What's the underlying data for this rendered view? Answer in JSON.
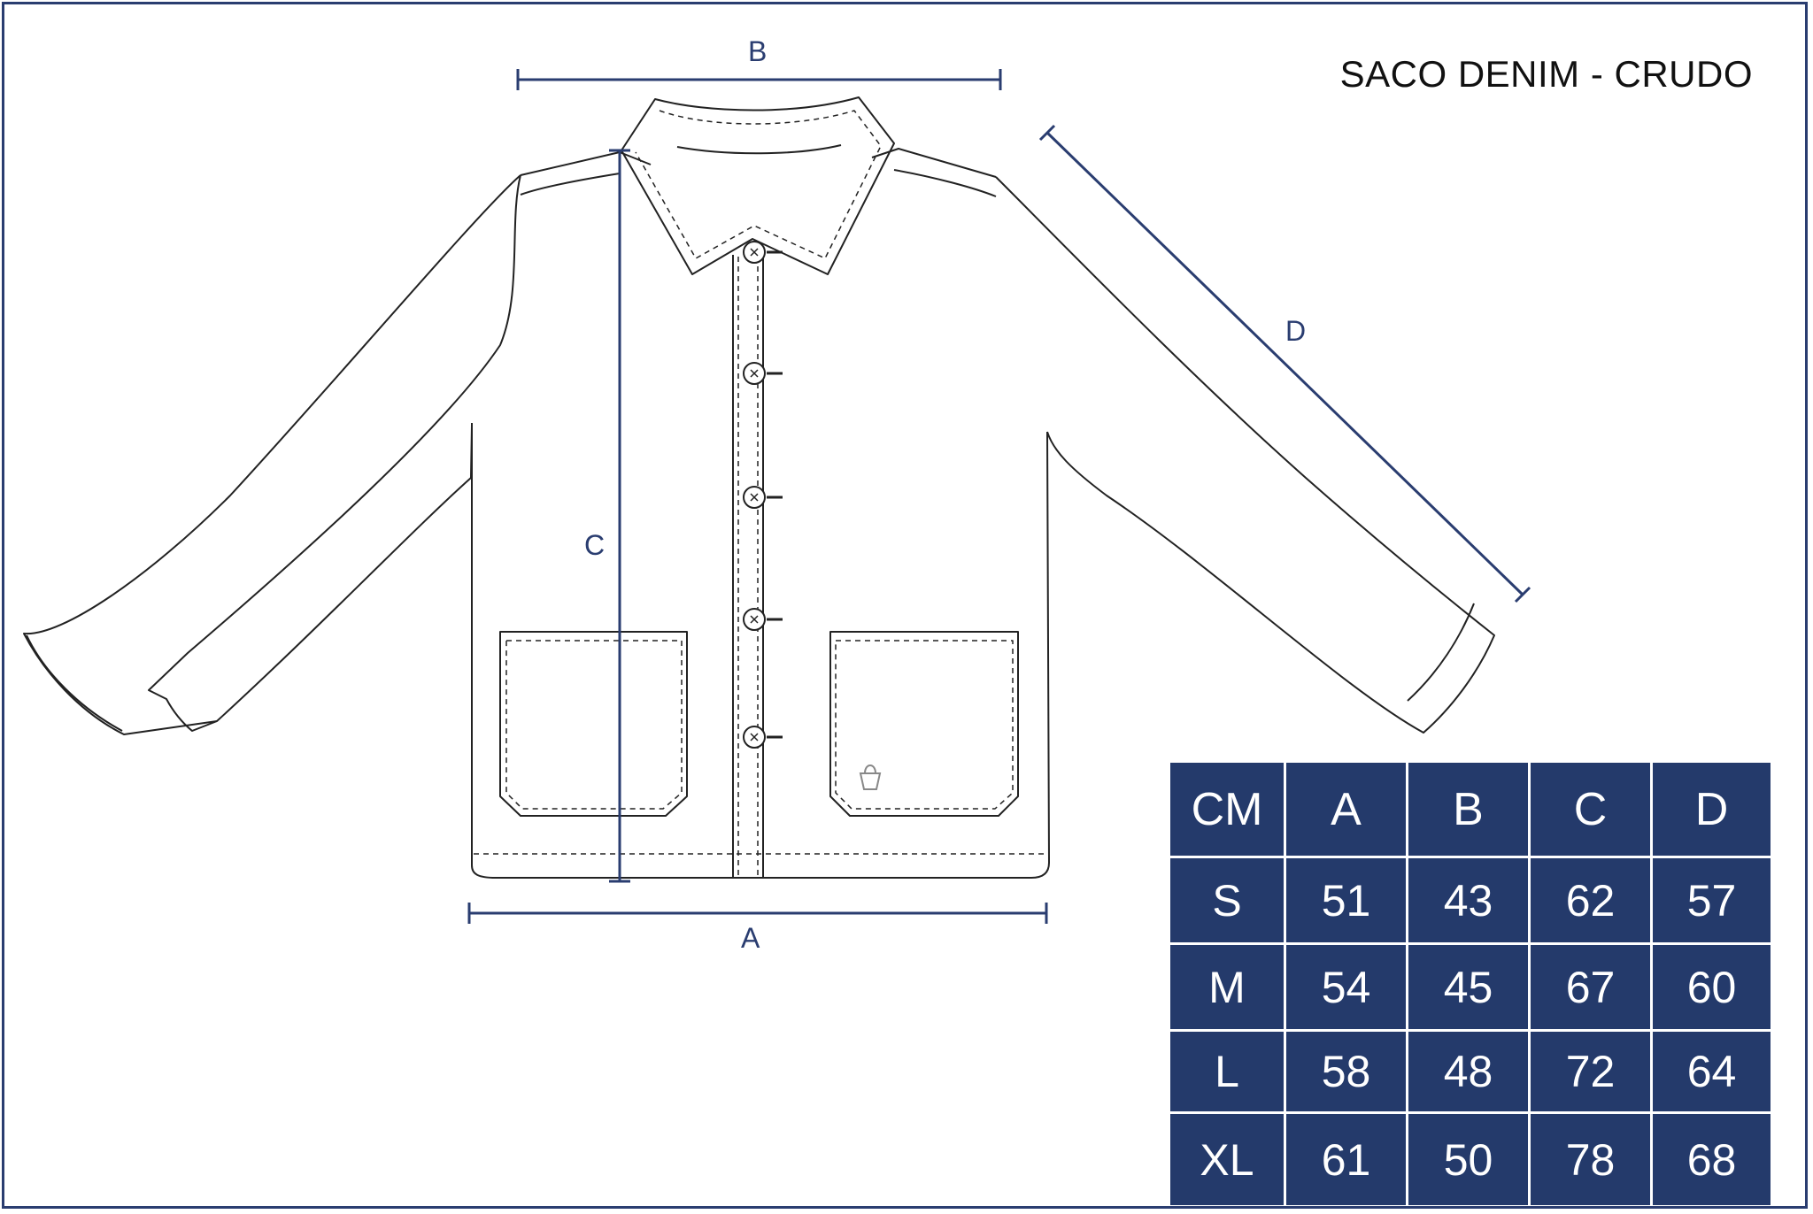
{
  "title": "SACO DENIM - CRUDO",
  "dimensions": {
    "a": "A",
    "b": "B",
    "c": "C",
    "d": "D"
  },
  "size_table": {
    "header": [
      "CM",
      "A",
      "B",
      "C",
      "D"
    ],
    "rows": [
      [
        "S",
        "51",
        "43",
        "62",
        "57"
      ],
      [
        "M",
        "54",
        "45",
        "67",
        "60"
      ],
      [
        "L",
        "58",
        "48",
        "72",
        "64"
      ],
      [
        "XL",
        "61",
        "50",
        "78",
        "68"
      ]
    ]
  },
  "colors": {
    "accent": "#2a3d70",
    "table_fill": "#243a6b",
    "line": "#222222"
  },
  "icons": [
    "button-icon",
    "bag-logo-icon"
  ]
}
